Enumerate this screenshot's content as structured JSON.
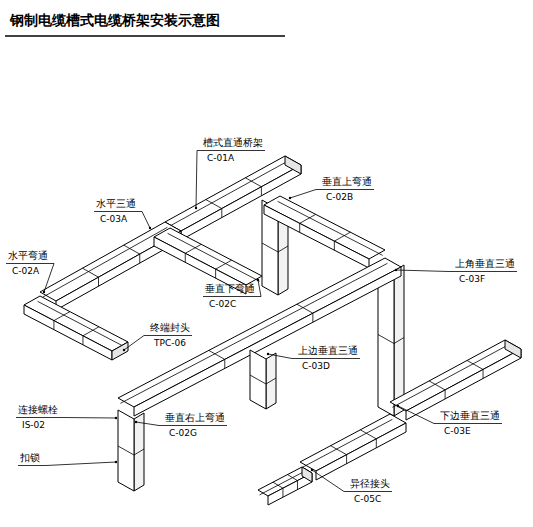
{
  "diagram": {
    "title": "钢制电缆槽式电缆桥架安装示意图",
    "labels": [
      "槽式直通桥架",
      "C-01A",
      "水平三通",
      "C-03A",
      "垂直上弯通",
      "C-02B",
      "水平弯通",
      "C-02A",
      "上角垂直三通",
      "C-03F",
      "垂直下弯通",
      "C-02C",
      "终端封头",
      "TPC-06",
      "上边垂直三通",
      "C-03D",
      "连接螺栓",
      "IS-02",
      "垂直右上弯通",
      "C-02G",
      "下边垂直三通",
      "C-03E",
      "扣锁",
      "异径接头",
      "C-05C"
    ]
  }
}
